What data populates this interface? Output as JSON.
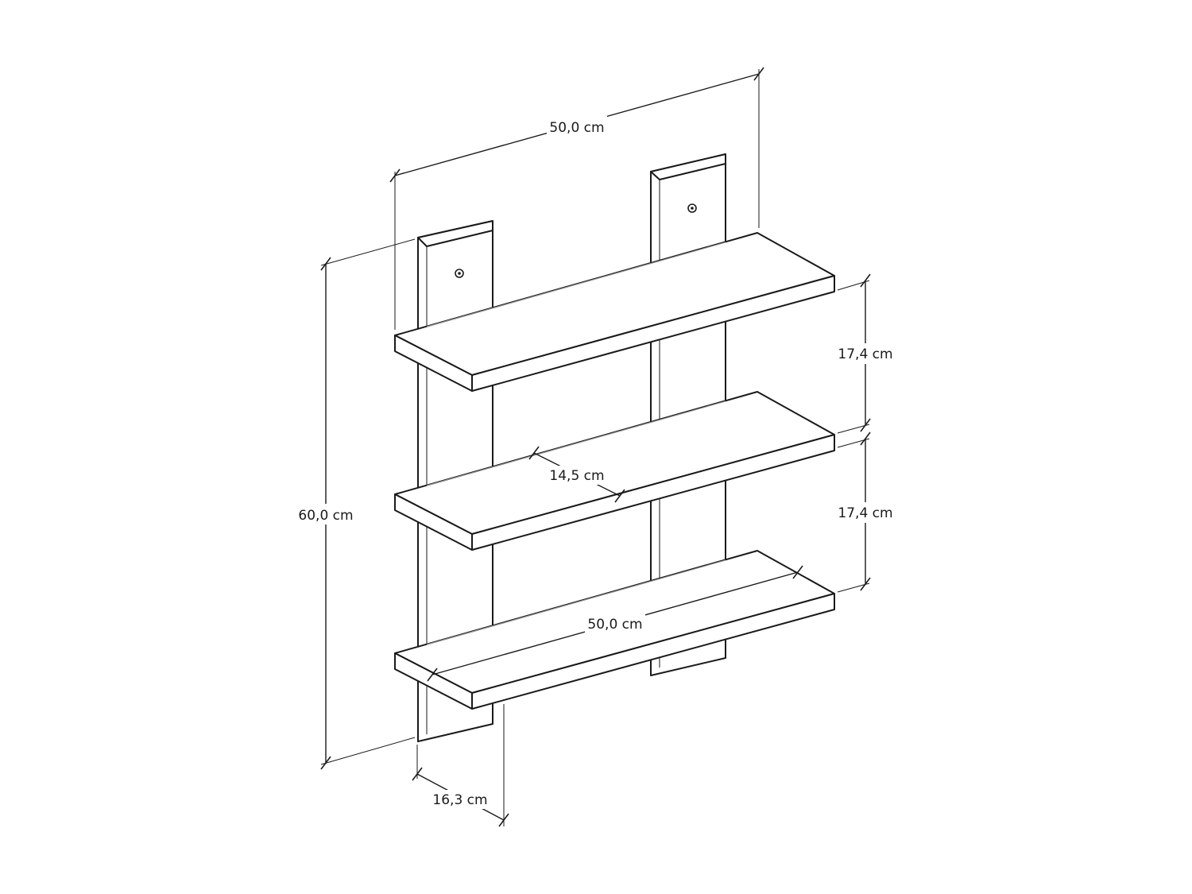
{
  "diagram": {
    "dimensions": {
      "overall_width": "50,0 cm",
      "overall_height": "60,0 cm",
      "shelf_spacing_upper": "17,4 cm",
      "shelf_spacing_lower": "17,4 cm",
      "shelf_depth": "14,5 cm",
      "shelf_length": "50,0 cm",
      "base_depth": "16,3 cm"
    },
    "colors": {
      "line": "#1a1a1a",
      "background": "#ffffff"
    }
  }
}
